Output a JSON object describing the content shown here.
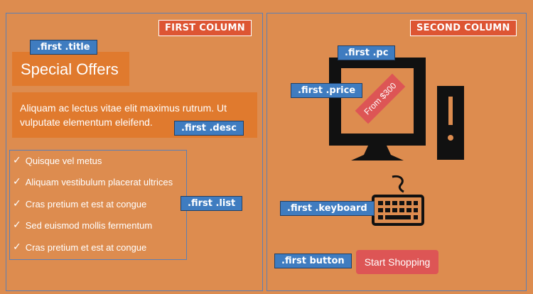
{
  "columns": {
    "first": "FIRST COLUMN",
    "second": "SECOND COLUMN"
  },
  "tags": {
    "title": ".first .title",
    "desc": ".first .desc",
    "list": ".first .list",
    "pc": ".first .pc",
    "price": ".first .price",
    "keyboard": ".first .keyboard",
    "button": ".first button"
  },
  "offer": {
    "title": "Special Offers",
    "desc": "Aliquam ac lectus vitae elit maximus rutrum. Ut vulputate elementum eleifend.",
    "items": [
      "Quisque vel metus",
      "Aliquam vestibulum placerat ultrices",
      "Cras pretium et est at congue",
      "Sed euismod mollis fermentum",
      "Cras pretium et est at congue"
    ],
    "check_glyph": "✓",
    "price": "From $300",
    "button": "Start Shopping"
  },
  "icons": {
    "computer": "desktop-computer-icon",
    "keyboard": "keyboard-icon"
  },
  "colors": {
    "background": "#dd8c4f",
    "accent_orange": "#e07a2e",
    "tag_blue": "#3f7cc0",
    "badge_red": "#dd5533",
    "button_red": "#dd5555"
  }
}
